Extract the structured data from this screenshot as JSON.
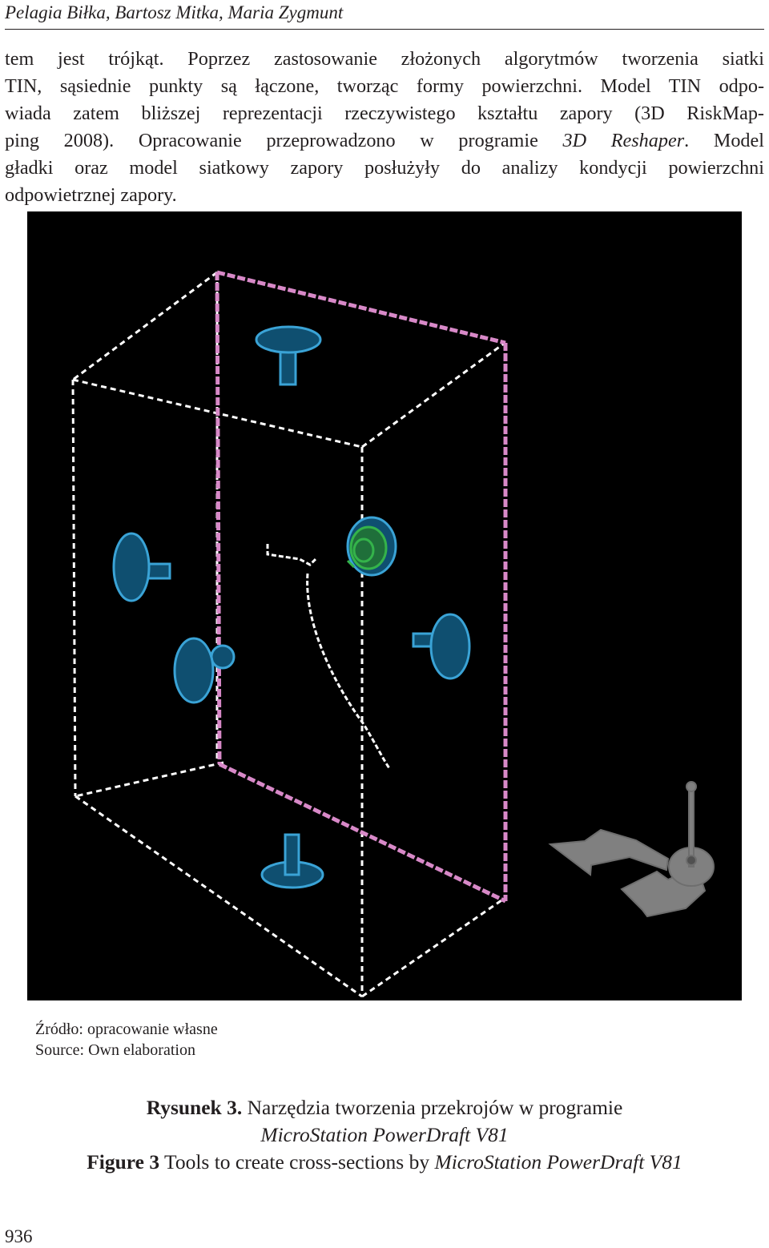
{
  "header": {
    "authors": "Pelagia Biłka, Bartosz Mitka, Maria Zygmunt"
  },
  "body": {
    "lines": [
      "tem jest trójkąt. Poprzez zastosowanie złożonych algorytmów tworzenia siatki",
      "TIN, sąsiednie punkty są łączone, tworząc formy powierzchni. Model TIN odpo-",
      "wiada zatem bliższej reprezentacji rzeczywistego kształtu zapory (3D RiskMap-",
      "ping 2008)."
    ],
    "line4_mid": " Opracowanie przeprowadzono w programie ",
    "line4_software": "3D Reshaper",
    "line4_tail": ". Model",
    "line5": "gładki oraz model siatkowy zapory posłużyły do analizy kondycji powierzchni",
    "line6": "odpowietrznej zapory."
  },
  "figure": {
    "colors": {
      "background": "#000000",
      "box_edges": "#ffffff",
      "section_plane": "#d889c8",
      "handles": "#3aa3d6",
      "handle_fill": "#0f4f70",
      "active_handle": "#34b34a",
      "navigator": "#808080"
    }
  },
  "source": {
    "pl": "Źródło: opracowanie własne",
    "en": "Source: Own elaboration"
  },
  "caption": {
    "pl_label": "Rysunek 3.",
    "pl_text": " Narzędzia tworzenia przekrojów w programie",
    "pl_software": "MicroStation PowerDraft V81",
    "en_label": "Figure 3",
    "en_text": " Tools to create cross-sections by ",
    "en_software": "MicroStation PowerDraft V81"
  },
  "page_number": "936"
}
